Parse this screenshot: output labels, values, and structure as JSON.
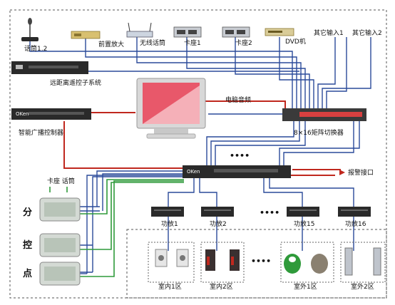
{
  "labels": {
    "mic": "话筒1.2",
    "preamp": "前置放大",
    "wireless_mic": "无线话筒",
    "deck1": "卡座1",
    "deck2": "卡座2",
    "dvd": "DVD机",
    "other_in1": "其它输入1",
    "other_in2": "其它输入2",
    "remote_system": "远距离遥控子系统",
    "pc_audio": "电脑音频",
    "broadcast_controller": "智能广播控制器",
    "matrix_switcher": "8×16矩阵切换器",
    "alarm_port": "报警接口",
    "deck_mic": "卡座 话筒",
    "dots_top": "••••",
    "dots_mid": "••••",
    "dots_zone": "••••",
    "amp1": "功放1",
    "amp2": "功放2",
    "amp15": "功放15",
    "amp16": "功放16",
    "zone_indoor1": "室内1区",
    "zone_indoor2": "室内2区",
    "zone_outdoor1": "室外1区",
    "zone_outdoor2": "室外2区",
    "fen": "分",
    "kong": "控",
    "dian": "点",
    "brand": "OKen"
  },
  "colors": {
    "blue_line": "#2a4a9a",
    "red_line": "#c0281e",
    "green_line": "#2f9a3a",
    "dash_border": "#555555"
  }
}
